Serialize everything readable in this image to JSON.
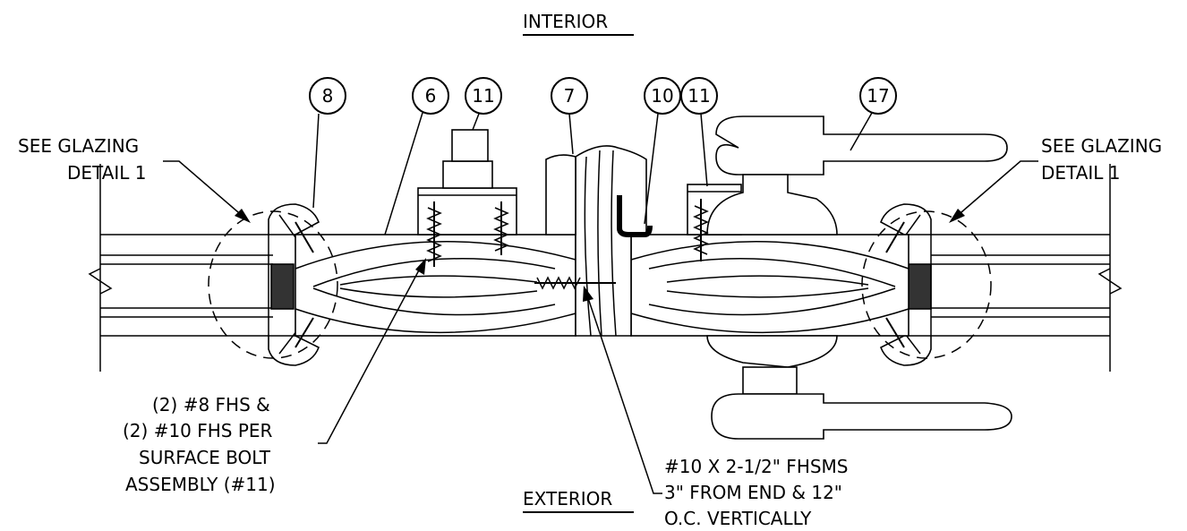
{
  "labels": {
    "interior": "INTERIOR",
    "exterior": "EXTERIOR",
    "glazing_left_1": "SEE GLAZING",
    "glazing_left_2": "DETAIL 1",
    "glazing_right_1": "SEE GLAZING",
    "glazing_right_2": "DETAIL 1",
    "fhs_1": "(2) #8 FHS &",
    "fhs_2": "(2) #10 FHS PER",
    "fhs_3": "SURFACE BOLT",
    "fhs_4": "ASSEMBLY (#11)",
    "screw_1": "#10 X 2-1/2\" FHSMS",
    "screw_2": "3\" FROM END & 12\"",
    "screw_3": "O.C. VERTICALLY"
  },
  "callouts": {
    "c8": "8",
    "c6": "6",
    "c11a": "11",
    "c7": "7",
    "c10": "10",
    "c11b": "11",
    "c17": "17"
  }
}
